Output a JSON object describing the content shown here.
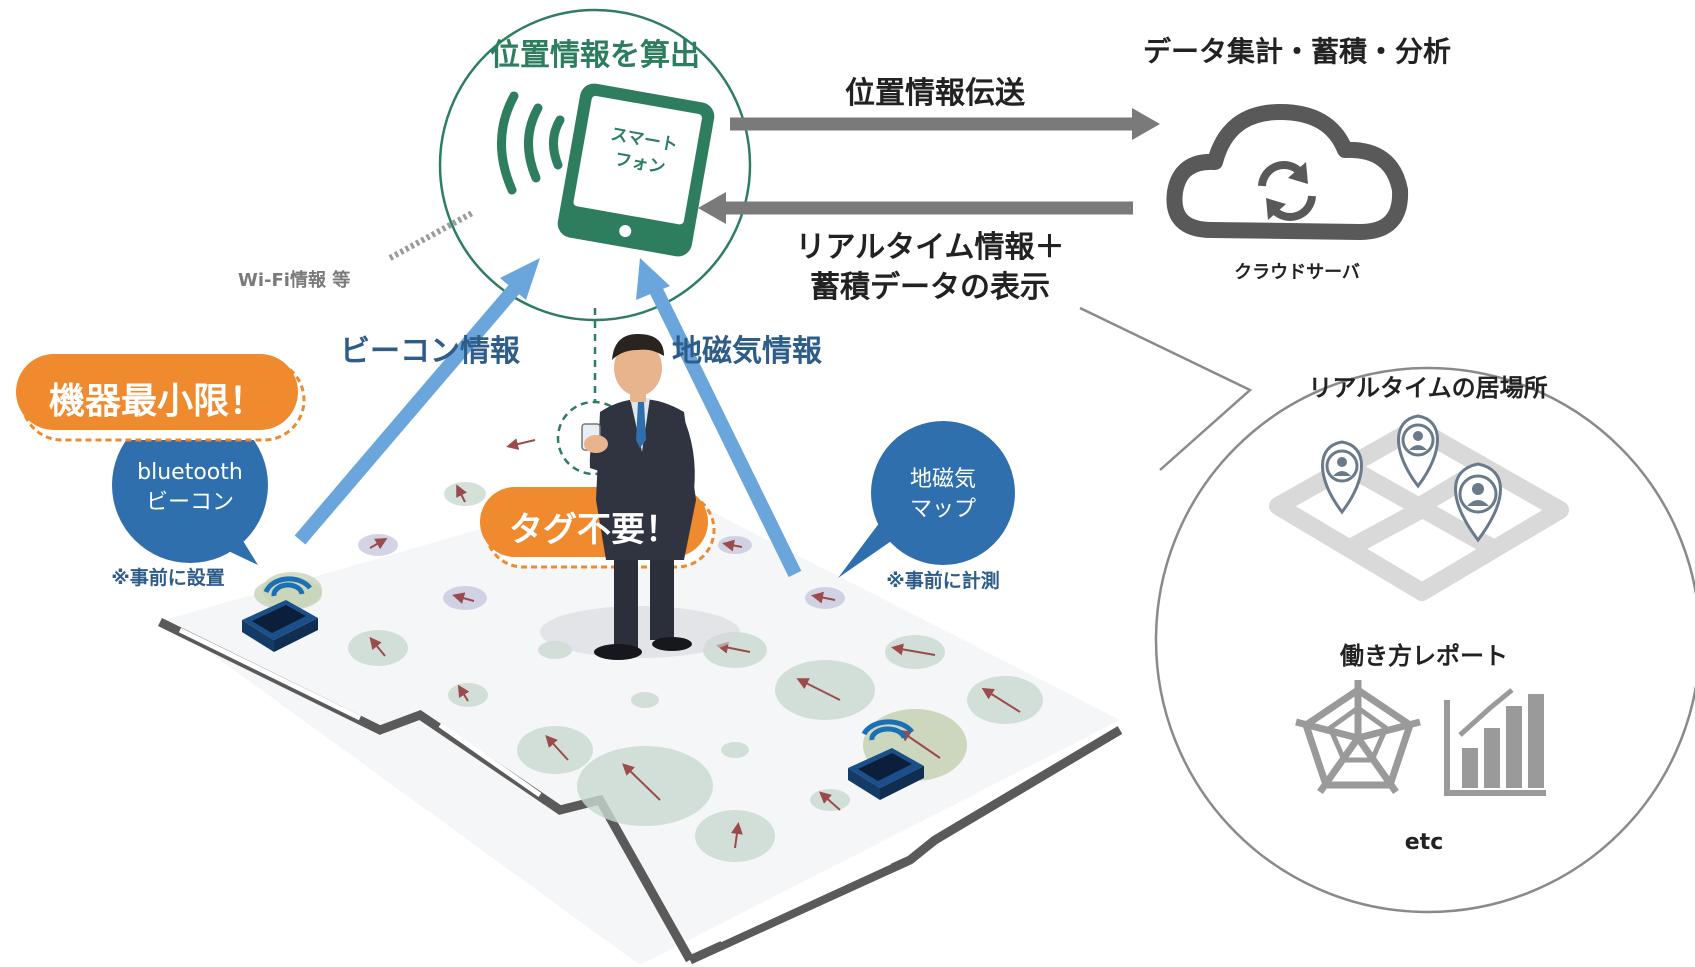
{
  "phone_section": {
    "title": "位置情報を算出",
    "phone_label_line1": "スマート",
    "phone_label_line2": "フォン",
    "wifi_label": "Wi-Fi情報 等"
  },
  "beacon_info_label": "ビーコン情報",
  "geomag_info_label": "地磁気情報",
  "tag_free_label": "タグ不要！",
  "min_equipment_label": "機器最小限！",
  "beacon_bubble": {
    "line1": "bluetooth",
    "line2": "ビーコン",
    "note": "※事前に設置"
  },
  "geomag_bubble": {
    "line1": "地磁気",
    "line2": "マップ",
    "note": "※事前に計測"
  },
  "transmit_label": "位置情報伝送",
  "return_label_line1": "リアルタイム情報＋",
  "return_label_line2": "蓄積データの表示",
  "cloud": {
    "title": "データ集計・蓄積・分析",
    "label": "クラウドサーバ"
  },
  "detail_circle": {
    "realtime_title": "リアルタイムの居場所",
    "report_title": "働き方レポート",
    "etc_label": "etc"
  },
  "colors": {
    "green": "#2e7d5f",
    "blue_arrow": "#6aa6dc",
    "blue_bubble": "#2f6fae",
    "orange": "#ef8a2e",
    "gray": "#7a7a7a",
    "navy_text": "#2f5d8a"
  }
}
